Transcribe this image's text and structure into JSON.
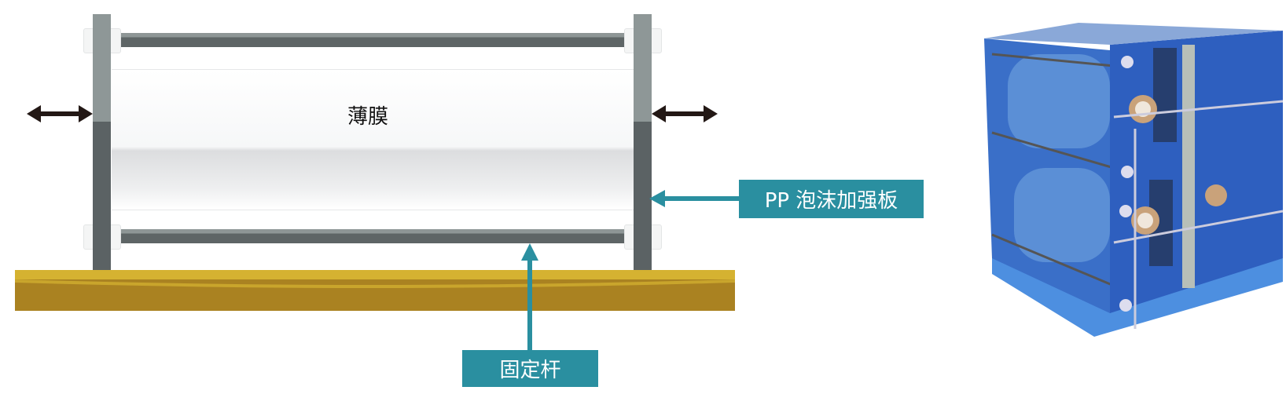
{
  "diagram": {
    "film_label": "薄膜",
    "foam_board_label": "PP 泡沫加强板",
    "fixing_rod_label": "固定杆",
    "accent_color": "#2a8fa0",
    "base_color": "#c9a52c"
  },
  "photo": {
    "subject": "packaged-film-rolls-photo"
  }
}
